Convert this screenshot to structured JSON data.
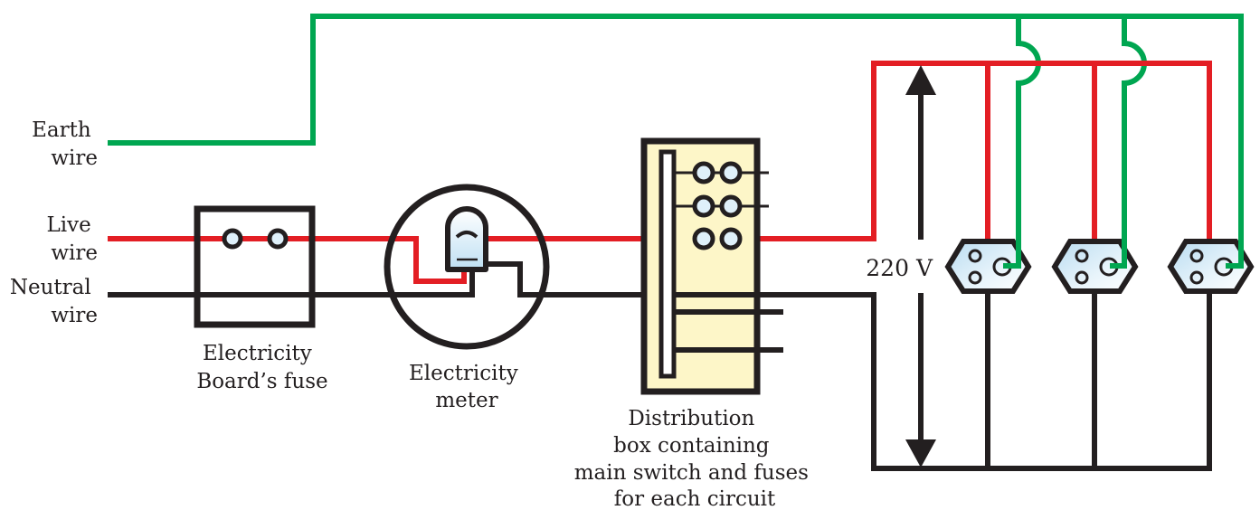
{
  "diagram": {
    "title": "Domestic electric circuit",
    "labels": {
      "earth_wire": [
        "Earth",
        "wire"
      ],
      "live_wire": [
        "Live",
        "wire"
      ],
      "neutral_wire": [
        "Neutral",
        "wire"
      ],
      "board_fuse": [
        "Electricity",
        "Board’s fuse"
      ],
      "meter": [
        "Electricity",
        "meter"
      ],
      "distribution_box": [
        "Distribution",
        "box containing",
        "main switch and fuses",
        "for each circuit"
      ],
      "voltage": "220 V"
    },
    "components": [
      "Electricity Board's fuse",
      "Electricity meter",
      "Distribution box",
      "Socket 1",
      "Socket 2",
      "Socket 3"
    ],
    "socket_count": 3,
    "colors": {
      "live": "#e31e24",
      "earth": "#00a651",
      "neutral": "#231f20",
      "distribution_box_fill": "#fdf6c8",
      "socket_fill": "#d6ecf7"
    }
  }
}
